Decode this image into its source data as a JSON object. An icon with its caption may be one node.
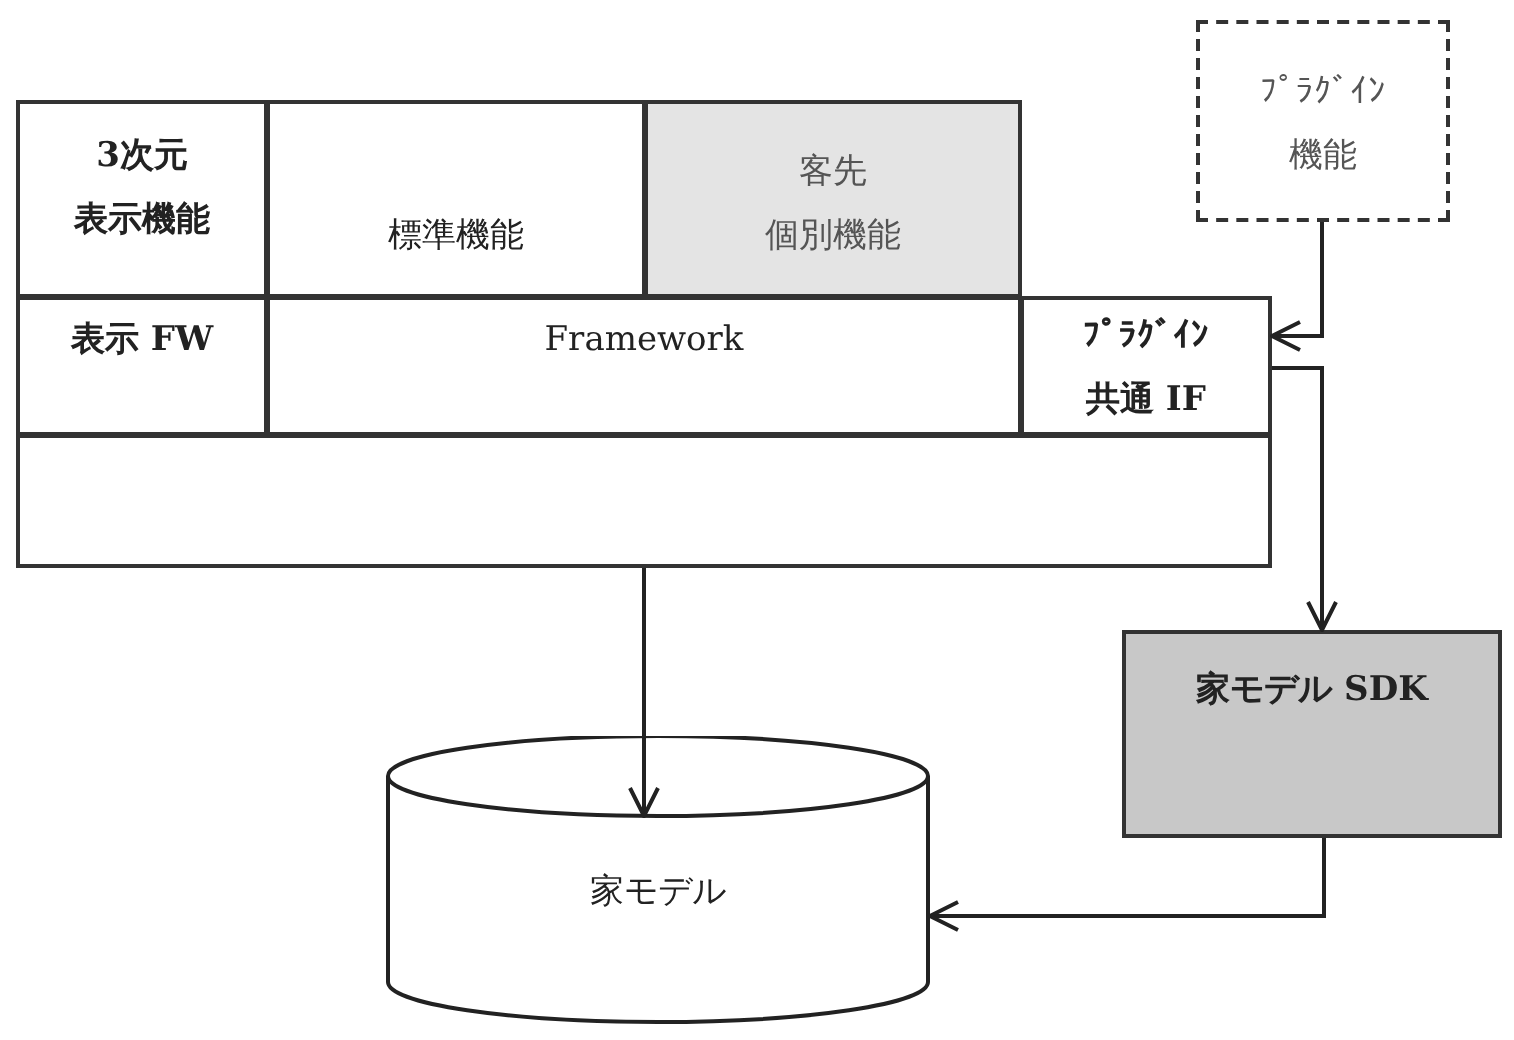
{
  "diagram": {
    "nodes": [
      {
        "text": [
          "3次元表示機能"
        ]
      },
      {
        "text": [
          "標準機能"
        ]
      },
      {
        "text": [
          "客先個別機能"
        ]
      },
      {
        "text": [
          "表示 FW"
        ]
      },
      {
        "text": [
          "Framework"
        ]
      },
      {
        "text": [
          "ﾌﾟﾗｸﾞｲﾝ共通 IF"
        ]
      },
      {
        "text": [],
        "shape": "box"
      },
      {
        "text": [
          "ﾌﾟﾗｸﾞｲﾝ機能"
        ]
      },
      {
        "text": [
          "家モデル SDK"
        ]
      },
      {
        "text": [
          "家モデル"
        ]
      }
    ],
    "edges": [
      {
        "from": 7,
        "to": 5,
        "arrow": "to"
      },
      {
        "from": 5,
        "to": 8,
        "arrow": "to"
      },
      {
        "from": 6,
        "to": 9,
        "arrow": "to"
      },
      {
        "from": 8,
        "to": 9,
        "arrow": "to"
      }
    ]
  }
}
